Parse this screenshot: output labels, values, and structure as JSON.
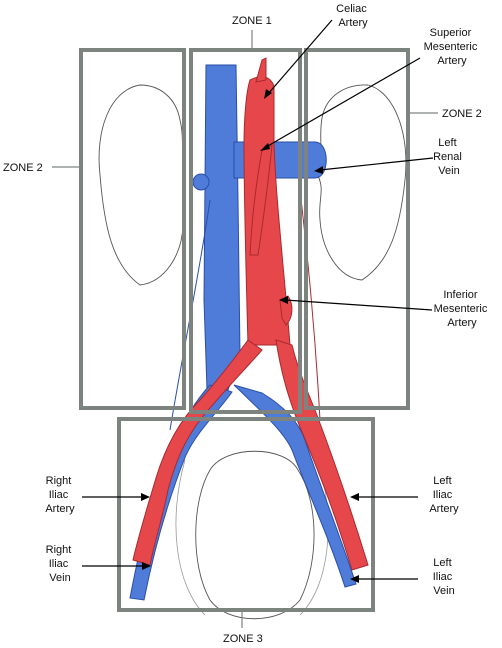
{
  "zones": {
    "zone1_top": "ZONE 1",
    "zone2_left": "ZONE 2",
    "zone2_right": "ZONE 2",
    "zone3_bottom": "ZONE 3"
  },
  "labels": {
    "celiac": [
      "Celiac",
      "Artery"
    ],
    "superior_mesenteric": [
      "Superior",
      "Mesenteric",
      "Artery"
    ],
    "left_renal_vein": [
      "Left",
      "Renal",
      "Vein"
    ],
    "inferior_mesenteric": [
      "Inferior",
      "Mesenteric",
      "Artery"
    ],
    "right_iliac_artery": [
      "Right",
      "Iliac",
      "Artery"
    ],
    "right_iliac_vein": [
      "Right",
      "Iliac",
      "Vein"
    ],
    "left_iliac_artery": [
      "Left",
      "Iliac",
      "Artery"
    ],
    "left_iliac_vein": [
      "Left",
      "Iliac",
      "Vein"
    ]
  },
  "colors": {
    "artery": "#e6474b",
    "vein": "#4f7bd9",
    "zone_frame": "#7d8480"
  }
}
